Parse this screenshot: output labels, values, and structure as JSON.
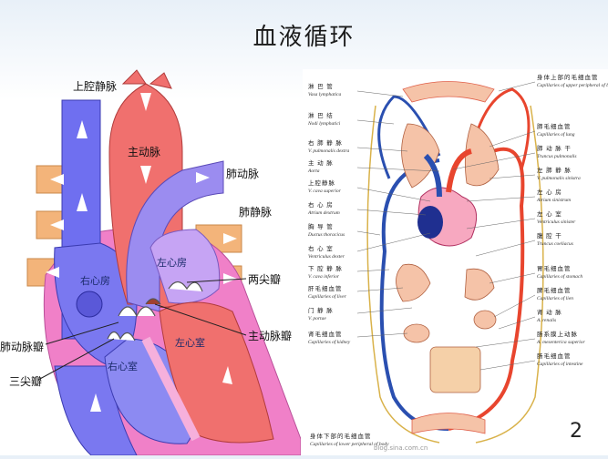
{
  "slide": {
    "title": "血液循环",
    "page_number": "2"
  },
  "heart": {
    "labels": {
      "svc": "上腔静脉",
      "aorta": "主动脉",
      "pulm_artery": "肺动脉",
      "pulm_vein": "肺静脉",
      "right_atrium": "右心房",
      "left_atrium": "左心房",
      "bicuspid": "两尖瓣",
      "pulm_valve": "肺动脉瓣",
      "aortic_valve": "主动脉瓣",
      "left_ventricle": "左心室",
      "right_ventricle": "右心室",
      "tricuspid": "三尖瓣"
    },
    "colors": {
      "venous": "#6f6ff0",
      "arterial": "#f0706e",
      "pulmonary_vein": "#f3b47a",
      "wall": "#f080c8"
    }
  },
  "circulation": {
    "left_labels": [
      {
        "zh": "淋 巴 管",
        "la": "Vasa lymphatica"
      },
      {
        "zh": "淋 巴 结",
        "la": "Nodi lymphatici"
      },
      {
        "zh": "右 肺 静 脉",
        "la": "V. pulmonalis dextra"
      },
      {
        "zh": "主 动 脉",
        "la": "Aorta"
      },
      {
        "zh": "上腔静脉",
        "la": "V. cava superior"
      },
      {
        "zh": "右 心 房",
        "la": "Atrium dextrum"
      },
      {
        "zh": "胸 导 管",
        "la": "Ductus thoracicus"
      },
      {
        "zh": "右 心 室",
        "la": "Ventriculus dexter"
      },
      {
        "zh": "下 腔 静 脉",
        "la": "V. cava inferior"
      },
      {
        "zh": "肝毛细血管",
        "la": "Capillaries of liver"
      },
      {
        "zh": "门 静 脉",
        "la": "V. portae"
      },
      {
        "zh": "肾毛细血管",
        "la": "Capillaries of kidney"
      }
    ],
    "right_labels": [
      {
        "zh": "身体上部的毛细血管",
        "la": "Capillaries of upper peripheral of body"
      },
      {
        "zh": "肺毛细血管",
        "la": "Capillaries of lung"
      },
      {
        "zh": "肺 动 脉 干",
        "la": "Truncus pulmonalis"
      },
      {
        "zh": "左 肺 静 脉",
        "la": "V. pulmonalis sinistra"
      },
      {
        "zh": "左 心 房",
        "la": "Atrium sinistrum"
      },
      {
        "zh": "左 心 室",
        "la": "Ventriculus sinister"
      },
      {
        "zh": "腹 腔 干",
        "la": "Truncus coeliacus"
      },
      {
        "zh": "胃毛细血管",
        "la": "Capillaries of stomach"
      },
      {
        "zh": "脾毛细血管",
        "la": "Capillaries of lien"
      },
      {
        "zh": "肾 动 脉",
        "la": "A. renalis"
      },
      {
        "zh": "肠系膜上动脉",
        "la": "A. mesenterica superior"
      },
      {
        "zh": "肠毛细血管",
        "la": "Capillaries of intestine"
      }
    ],
    "bottom_label": {
      "zh": "身体下部的毛细血管",
      "la": "Capillaries of lower peripheral of body"
    },
    "colors": {
      "artery": "#e8452e",
      "vein": "#2a4fb0",
      "lymph": "#d9b24a",
      "capillary": "#f08a6a"
    }
  },
  "watermark": "blog.sina.com.cn"
}
